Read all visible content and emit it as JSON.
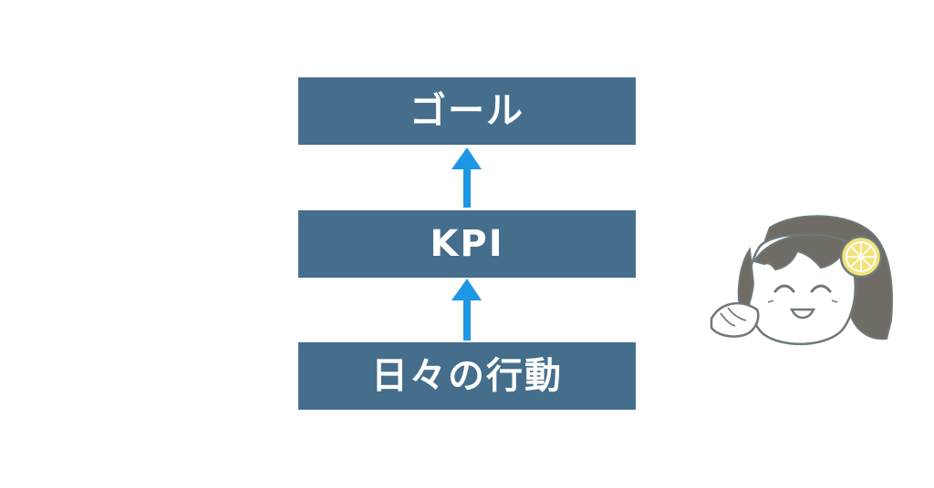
{
  "diagram": {
    "boxes": [
      {
        "label": "ゴール"
      },
      {
        "label": "KPI"
      },
      {
        "label": "日々の行動"
      }
    ]
  },
  "colors": {
    "box_fill": "#446e8b",
    "box_text": "#ffffff",
    "arrow": "#1e96e6",
    "lemon": "#f2e37a",
    "hair": "#6f6c66",
    "outline": "#6e787a"
  },
  "icons": {
    "character": "girl-with-lemon-hair-clip-illustration"
  }
}
